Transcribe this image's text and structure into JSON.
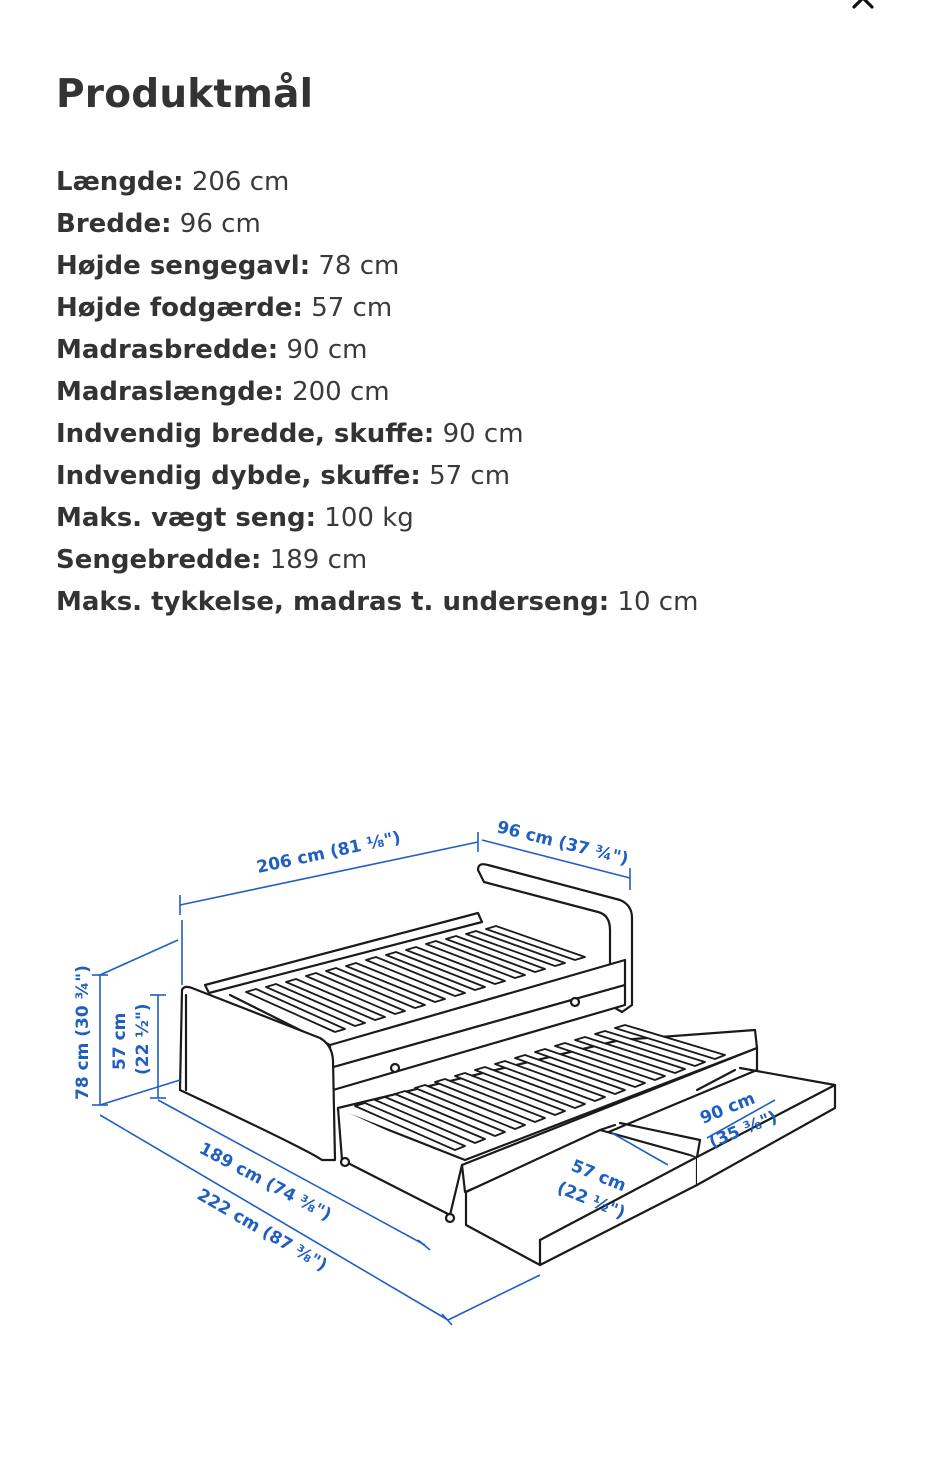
{
  "header": {
    "close_icon": "close-icon",
    "title": "Produktmål"
  },
  "specs": [
    {
      "label": "Længde:",
      "value": "206 cm"
    },
    {
      "label": "Bredde:",
      "value": "96 cm"
    },
    {
      "label": "Højde sengegavl:",
      "value": "78 cm"
    },
    {
      "label": "Højde fodgærde:",
      "value": "57 cm"
    },
    {
      "label": "Madrasbredde:",
      "value": "90 cm"
    },
    {
      "label": "Madraslængde:",
      "value": "200 cm"
    },
    {
      "label": "Indvendig bredde, skuffe:",
      "value": "90 cm"
    },
    {
      "label": "Indvendig dybde, skuffe:",
      "value": "57 cm"
    },
    {
      "label": "Maks. vægt seng:",
      "value": "100 kg"
    },
    {
      "label": "Sengebredde:",
      "value": "189 cm"
    },
    {
      "label": "Maks. tykkelse, madras t. underseng:",
      "value": "10 cm"
    }
  ],
  "diagram": {
    "dim_206": "206 cm (81 ⅛\")",
    "dim_96": "96 cm (37 ¾\")",
    "dim_78": "78 cm (30 ¾\")",
    "dim_57_h1": "57 cm",
    "dim_57_h2": "(22 ½\")",
    "dim_189": "189 cm (74 ⅜\")",
    "dim_222": "222 cm (87 ⅜\")",
    "dim_57_d1": "57 cm",
    "dim_57_d2": "(22 ½\")",
    "dim_90_1": "90 cm",
    "dim_90_2": "(35 ⅜\")",
    "accent_color": "#1f5fc2"
  }
}
